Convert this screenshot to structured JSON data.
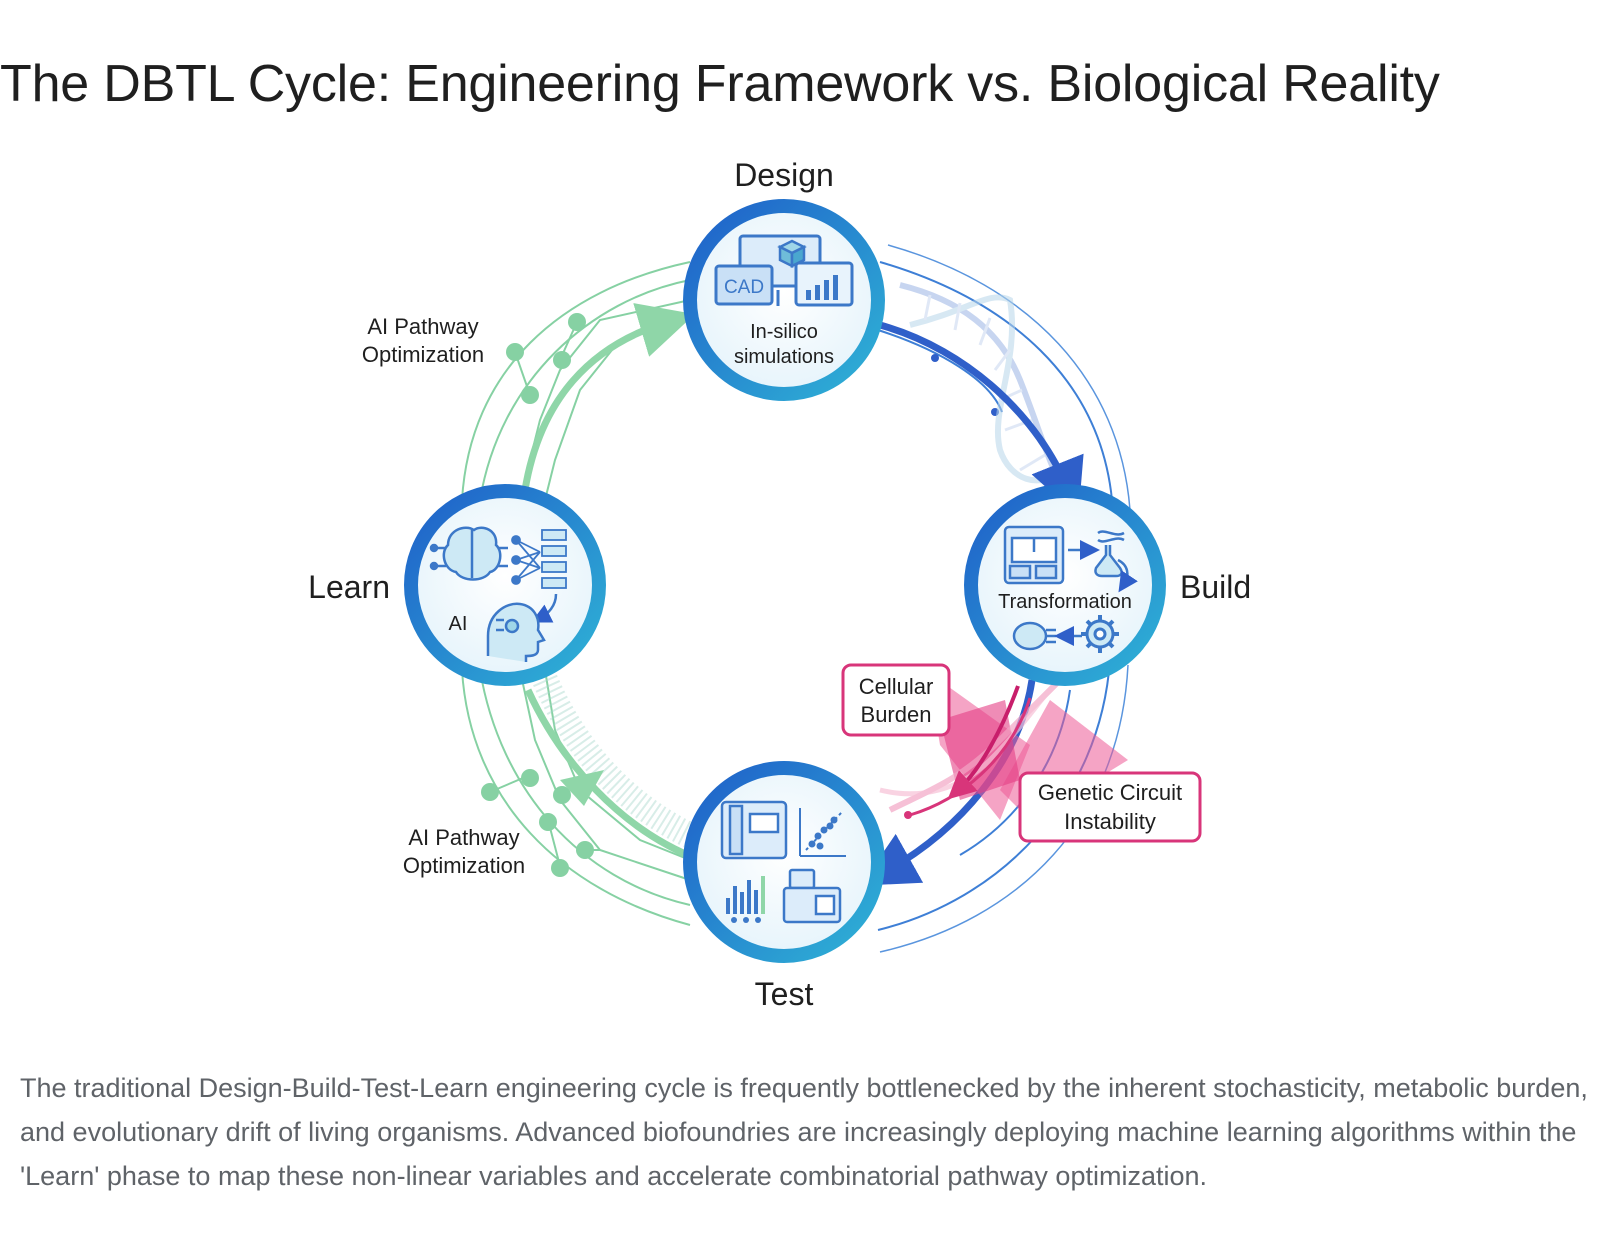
{
  "title": "The DBTL Cycle: Engineering Framework vs. Biological Reality",
  "stages": {
    "design": {
      "label": "Design",
      "inner_top": "CAD",
      "inner_line1": "In-silico",
      "inner_line2": "simulations"
    },
    "build": {
      "label": "Build",
      "inner": "Transformation"
    },
    "test": {
      "label": "Test"
    },
    "learn": {
      "label": "Learn",
      "inner": "AI"
    }
  },
  "annotations": {
    "ai_top_line1": "AI Pathway",
    "ai_top_line2": "Optimization",
    "ai_bottom_line1": "AI Pathway",
    "ai_bottom_line2": "Optimization",
    "cellular_line1": "Cellular",
    "cellular_line2": "Burden",
    "genetic_line1": "Genetic Circuit",
    "genetic_line2": "Instability"
  },
  "caption": "The traditional Design-Build-Test-Learn engineering cycle is frequently bottlenecked by the inherent stochasticity, metabolic burden, and evolutionary drift of living organisms. Advanced biofoundries are increasingly deploying machine learning algorithms within the 'Learn' phase to map these non-linear variables and accelerate combinatorial pathway optimization.",
  "colors": {
    "node_ring": "#2a6fd4",
    "node_ring_inner": "#3db8d8",
    "node_fill": "#eef8fc",
    "green_track": "#7fcf9f",
    "green_arrow": "#8fd6a8",
    "blue_track": "#2f6fd0",
    "pink_alert": "#e53f86",
    "icon_blue": "#3c78c8"
  }
}
